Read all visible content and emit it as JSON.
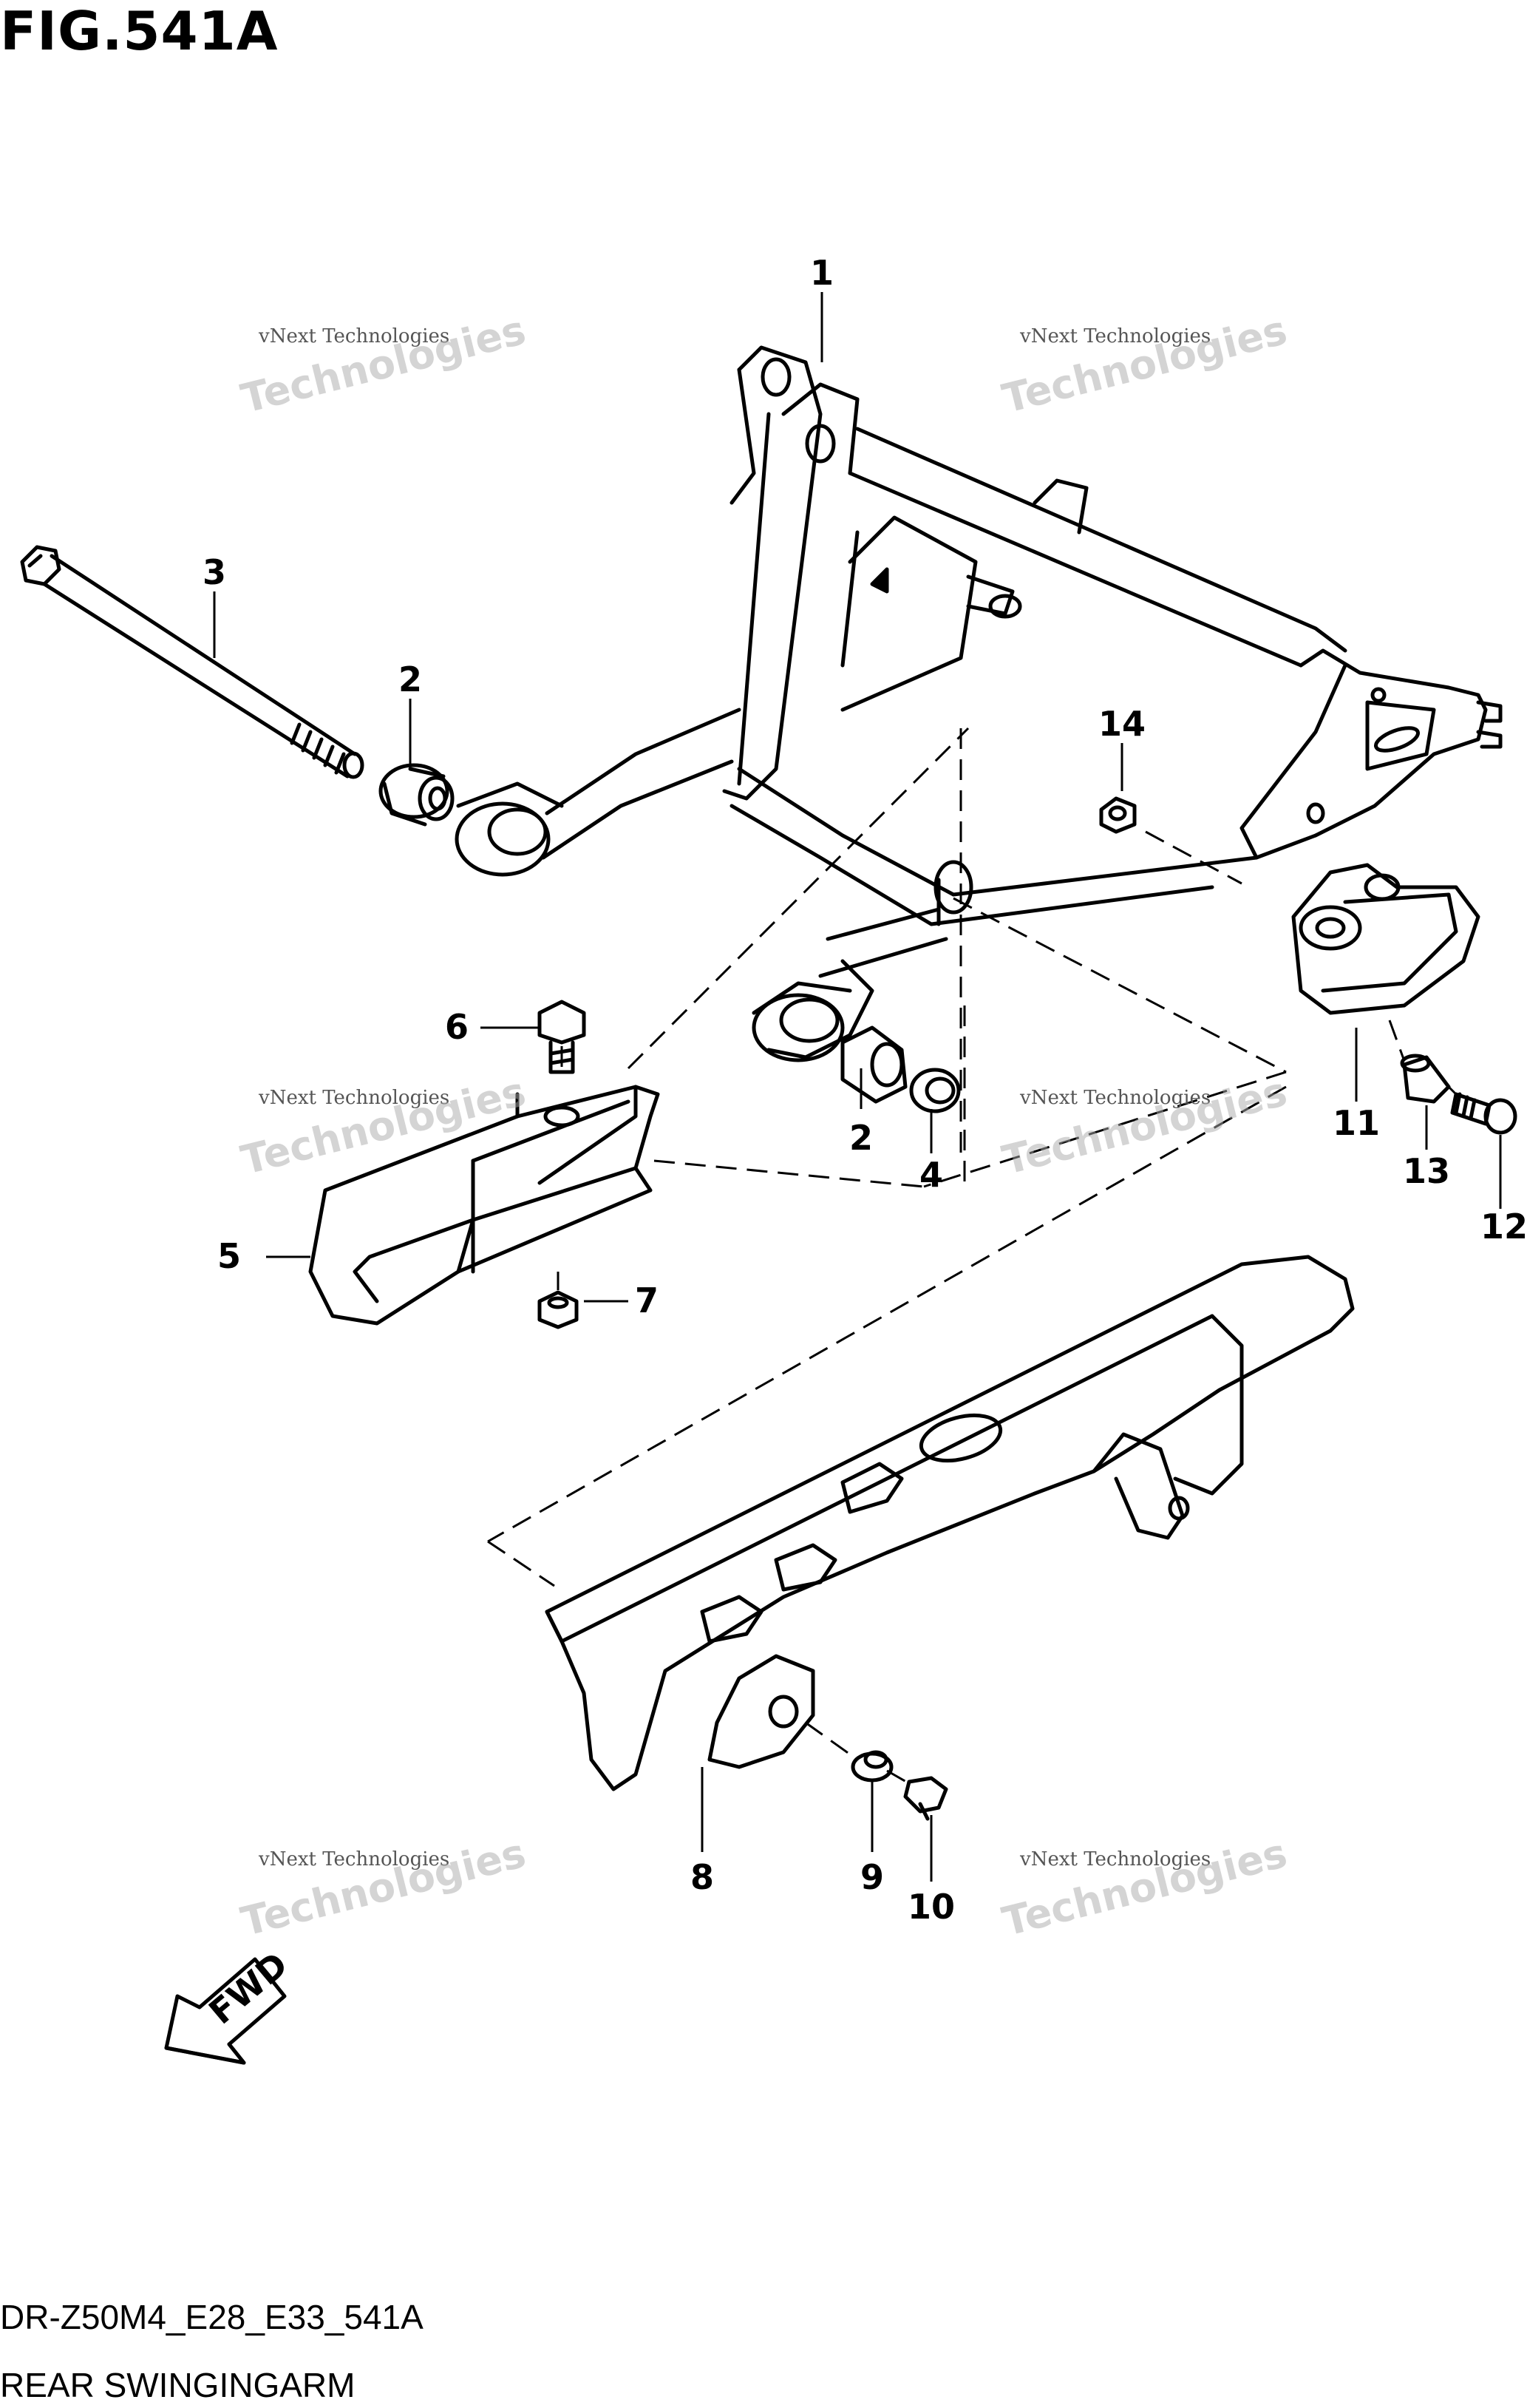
{
  "header": {
    "title": "FIG.541A"
  },
  "footer": {
    "code": "DR-Z50M4_E28_E33_541A",
    "name": "REAR SWINGINGARM"
  },
  "watermark": {
    "line1": "vNext Technologies",
    "line2": "Technologies",
    "line3": "vNext"
  },
  "fwd_label": "FWD",
  "callouts": [
    "1",
    "2",
    "3",
    "2",
    "4",
    "5",
    "6",
    "7",
    "8",
    "9",
    "10",
    "11",
    "12",
    "13",
    "14"
  ]
}
